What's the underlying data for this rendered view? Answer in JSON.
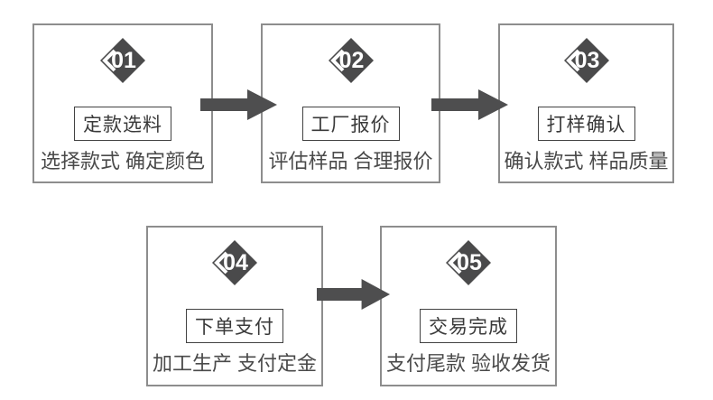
{
  "page": {
    "background": "#ffffff",
    "description": "5-step custom order process flow diagram"
  },
  "colors": {
    "diamond": "#4a4a4b",
    "diamond_notch": "#ffffff",
    "arrow": "#4e4e4f",
    "card_border": "#8d8d8d",
    "title_border": "#424242",
    "title_text": "#3a3a3a",
    "subtitle_text": "#4a4a4a",
    "number_text": "#ffffff"
  },
  "icons": {
    "step_badge": "diamond-badge-icon: dark diamond with white chevron notch on left facet, mapped to CSS/SVG shape",
    "arrow_right": "arrow-right-icon: solid dark right-pointing arrow, mapped to SVG polygon"
  },
  "steps": [
    {
      "number": "01",
      "title": "定款选料",
      "subtitle": "选择款式 确定颜色"
    },
    {
      "number": "02",
      "title": "工厂报价",
      "subtitle": "评估样品 合理报价"
    },
    {
      "number": "03",
      "title": "打样确认",
      "subtitle": "确认款式 样品质量"
    },
    {
      "number": "04",
      "title": "下单支付",
      "subtitle": "加工生产 支付定金"
    },
    {
      "number": "05",
      "title": "交易完成",
      "subtitle": "支付尾款 验收发货"
    }
  ]
}
